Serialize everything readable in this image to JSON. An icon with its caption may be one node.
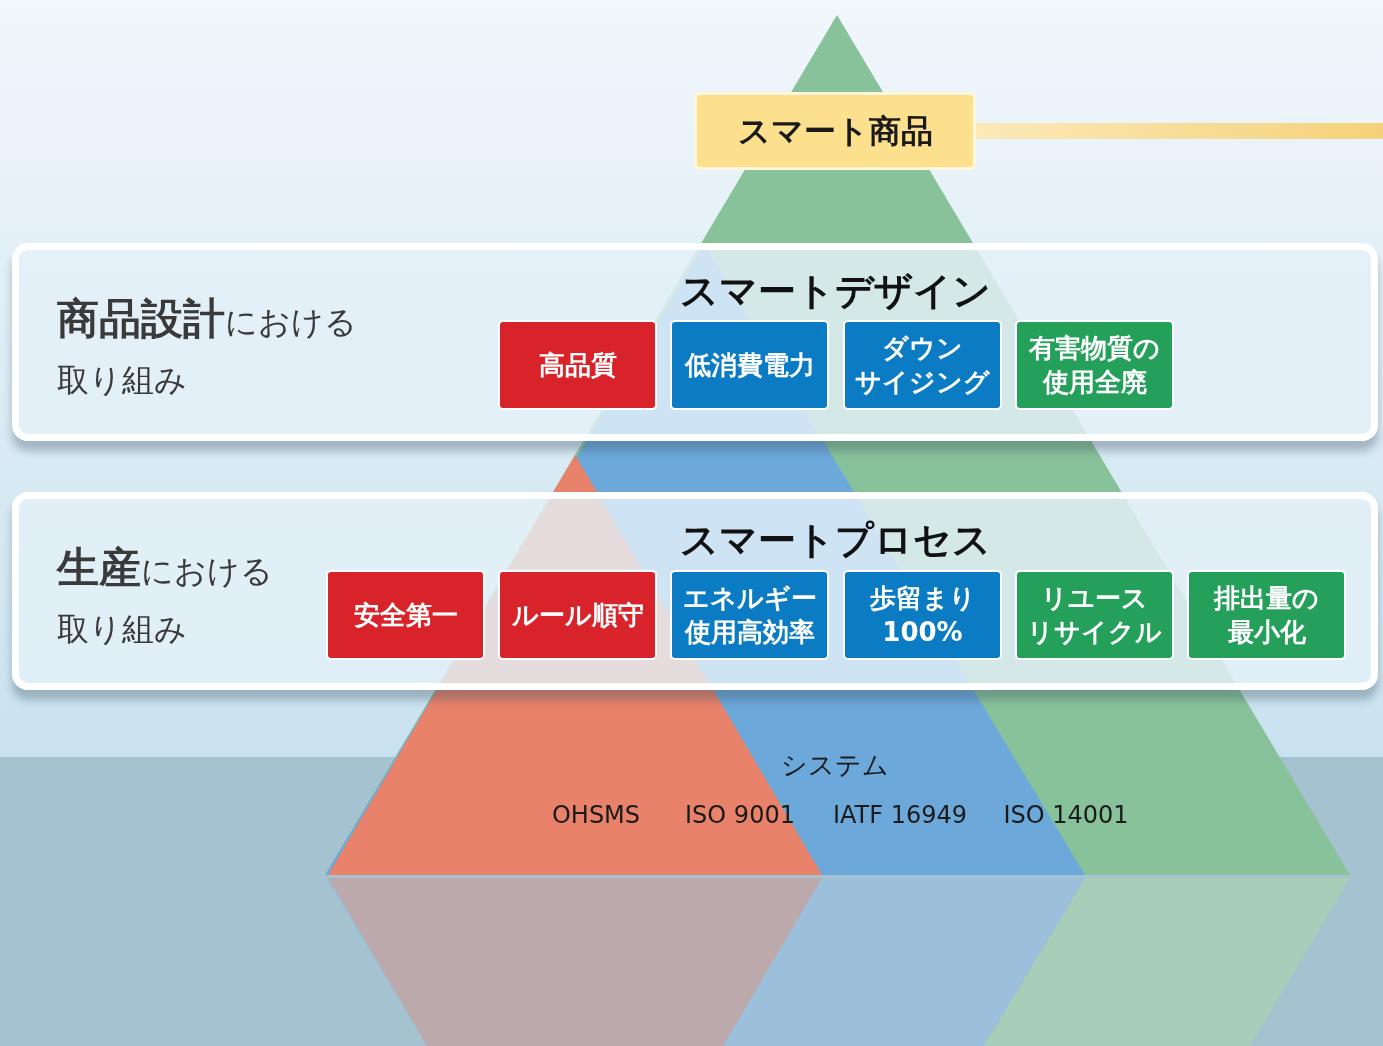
{
  "diagram": {
    "nodes": [
      {
        "text": [
          "スマート商品"
        ]
      },
      {
        "text": [
          "**商品設計**における取り組み",
          "スマートデザイン"
        ]
      },
      {
        "text": [
          "高品質"
        ],
        "in": 1
      },
      {
        "text": [
          "低消費電力"
        ],
        "in": 1
      },
      {
        "text": [
          "ダウンサイジング"
        ],
        "in": 1
      },
      {
        "text": [
          "有害物質の使用全廃"
        ],
        "in": 1
      },
      {
        "text": [
          "**生産**における取り組み",
          "スマートプロセス"
        ]
      },
      {
        "text": [
          "安全第一"
        ],
        "in": 6
      },
      {
        "text": [
          "ルール順守"
        ],
        "in": 6
      },
      {
        "text": [
          "エネルギー使用高効率"
        ],
        "in": 6
      },
      {
        "text": [
          "歩留まり100%"
        ],
        "in": 6
      },
      {
        "text": [
          "リユースリサイクル"
        ],
        "in": 6
      },
      {
        "text": [
          "排出量の最小化"
        ],
        "in": 6
      }
    ],
    "edges": [],
    "labels": [
      "システム",
      "OHSMS",
      "ISO 9001",
      "IATF 16949",
      "ISO 14001"
    ]
  }
}
